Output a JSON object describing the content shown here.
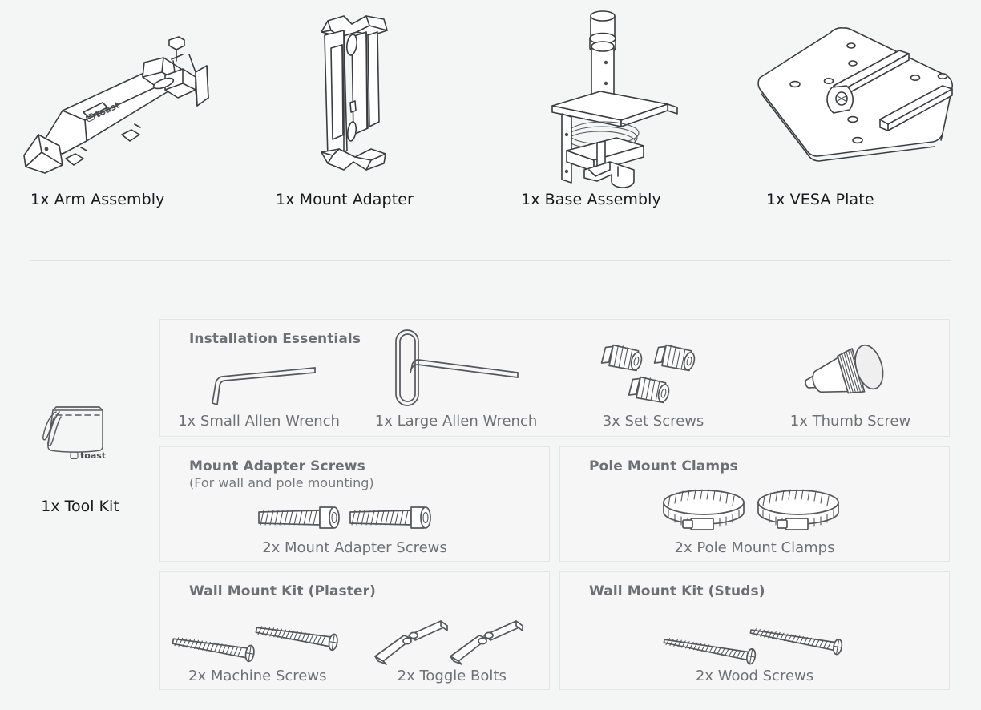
{
  "brand": "toast",
  "colors": {
    "background": "#f4f5f5",
    "panel_fill": "#f6f6f6",
    "panel_border": "#e4e5e6",
    "divider": "#e2e3e4",
    "heading_text": "#6d6f72",
    "caption_text": "#6e7073",
    "hero_label_text": "#17181a",
    "line_art": "#3a3c3f"
  },
  "hero": {
    "items": [
      {
        "label": "1x Arm Assembly",
        "icon": "arm-assembly-illustration"
      },
      {
        "label": "1x Mount Adapter",
        "icon": "mount-adapter-illustration"
      },
      {
        "label": "1x Base Assembly",
        "icon": "base-assembly-illustration"
      },
      {
        "label": "1x VESA Plate",
        "icon": "vesa-plate-illustration"
      }
    ]
  },
  "toolkit": {
    "label": "1x Tool Kit",
    "icon": "tool-kit-bag-illustration",
    "bag_brand": "toast"
  },
  "panels": [
    {
      "title": "Installation Essentials",
      "subtitle": "",
      "items": [
        {
          "caption": "1x Small Allen Wrench",
          "icon": "small-allen-wrench-illustration"
        },
        {
          "caption": "1x Large Allen Wrench",
          "icon": "large-allen-wrench-illustration"
        },
        {
          "caption": "3x Set Screws",
          "icon": "set-screws-illustration"
        },
        {
          "caption": "1x Thumb Screw",
          "icon": "thumb-screw-illustration"
        }
      ]
    },
    {
      "title": "Mount Adapter Screws",
      "subtitle": "(For wall and pole mounting)",
      "items": [
        {
          "caption": "2x Mount Adapter Screws",
          "icon": "mount-adapter-screws-illustration"
        }
      ]
    },
    {
      "title": "Pole Mount Clamps",
      "subtitle": "",
      "items": [
        {
          "caption": "2x Pole Mount Clamps",
          "icon": "pole-mount-clamps-illustration"
        }
      ]
    },
    {
      "title": "Wall Mount Kit (Plaster)",
      "subtitle": "",
      "items": [
        {
          "caption": "2x Machine Screws",
          "icon": "machine-screws-illustration"
        },
        {
          "caption": "2x Toggle Bolts",
          "icon": "toggle-bolts-illustration"
        }
      ]
    },
    {
      "title": "Wall Mount Kit (Studs)",
      "subtitle": "",
      "items": [
        {
          "caption": "2x Wood Screws",
          "icon": "wood-screws-illustration"
        }
      ]
    }
  ]
}
